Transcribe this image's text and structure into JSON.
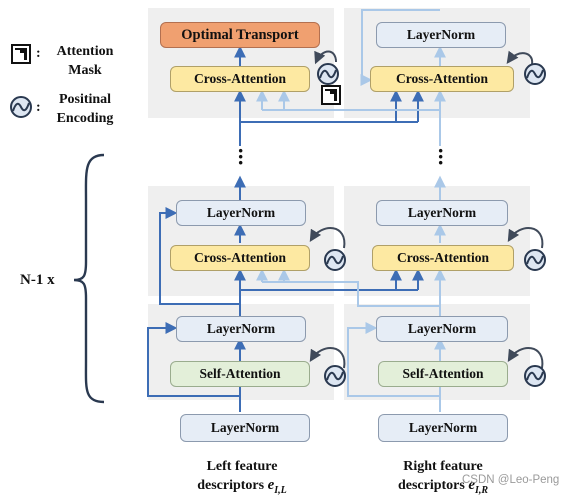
{
  "legend": {
    "mask_label": "Attention Mask",
    "pe_label": "Positinal Encoding"
  },
  "repeat_label": "N-1 x",
  "blocks": {
    "ot": "Optimal Transport",
    "ln": "LayerNorm",
    "ca": "Cross-Attention",
    "sa": "Self-Attention"
  },
  "inputs": {
    "left_line1": "Left feature",
    "left_line2": "descriptors",
    "left_sym": "e",
    "left_sub": "I,L",
    "right_line1": "Right feature",
    "right_line2": "descriptors",
    "right_sym": "e",
    "right_sub": "I,R"
  },
  "watermark": "CSDN @Leo-Peng",
  "colors": {
    "dark_blue": "#3d6db5",
    "light_blue": "#aac8e8",
    "panel": "#efefef"
  }
}
